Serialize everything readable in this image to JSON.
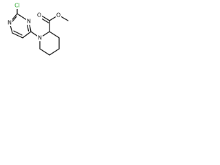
{
  "structure": {
    "atom_labels": {
      "chlorine": "Cl",
      "pyrimidine_n1": "N",
      "pyrimidine_n3": "N",
      "piperidine_n": "N",
      "carbonyl_o": "O",
      "ester_o": "O"
    },
    "colors": {
      "bonds": "#000000",
      "heteroatom_text": "#000000",
      "chlorine_text": "#2ea82e",
      "background": "#ffffff"
    }
  }
}
